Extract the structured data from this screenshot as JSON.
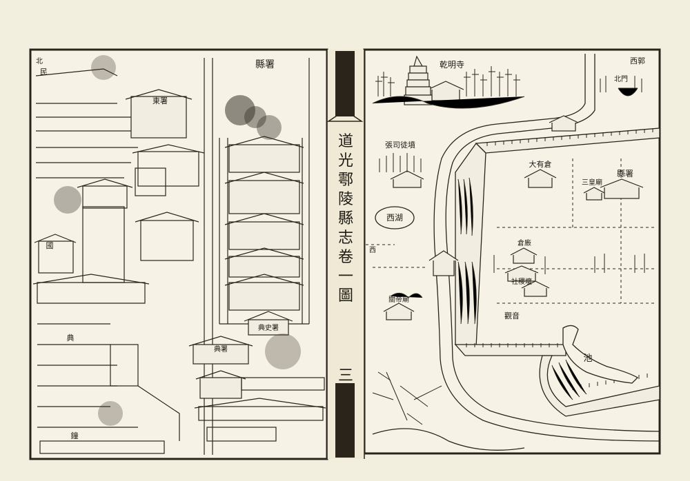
{
  "book": {
    "title_chars": [
      "道",
      "光",
      "鄠",
      "陵",
      "縣",
      "志",
      "卷",
      "一"
    ],
    "section_char": "圖",
    "page_number": "三"
  },
  "left_page": {
    "labels": {
      "yamen": "縣署",
      "yamen_partial": "民",
      "north_mark": "北",
      "hall_east": "東署",
      "left_hall": "國",
      "lower_left_mark": "典",
      "gate_tablet": "典史署",
      "small_hall": "典署",
      "bottom_left": "鐘"
    }
  },
  "right_page": {
    "labels": {
      "temple": "乾明寺",
      "pagoda_area": "張司徒墳",
      "lake": "西湖",
      "granary": "大有倉",
      "yamen": "縣署",
      "three_halls": "三皇廟",
      "pond": "池",
      "hall_a": "社稷壇",
      "guanyin": "觀音",
      "west_gate": "西",
      "river_road": "北門",
      "corner_label": "西郭",
      "gate_mid": "倉廒",
      "lone_tree_hall": "關帝廟"
    }
  }
}
